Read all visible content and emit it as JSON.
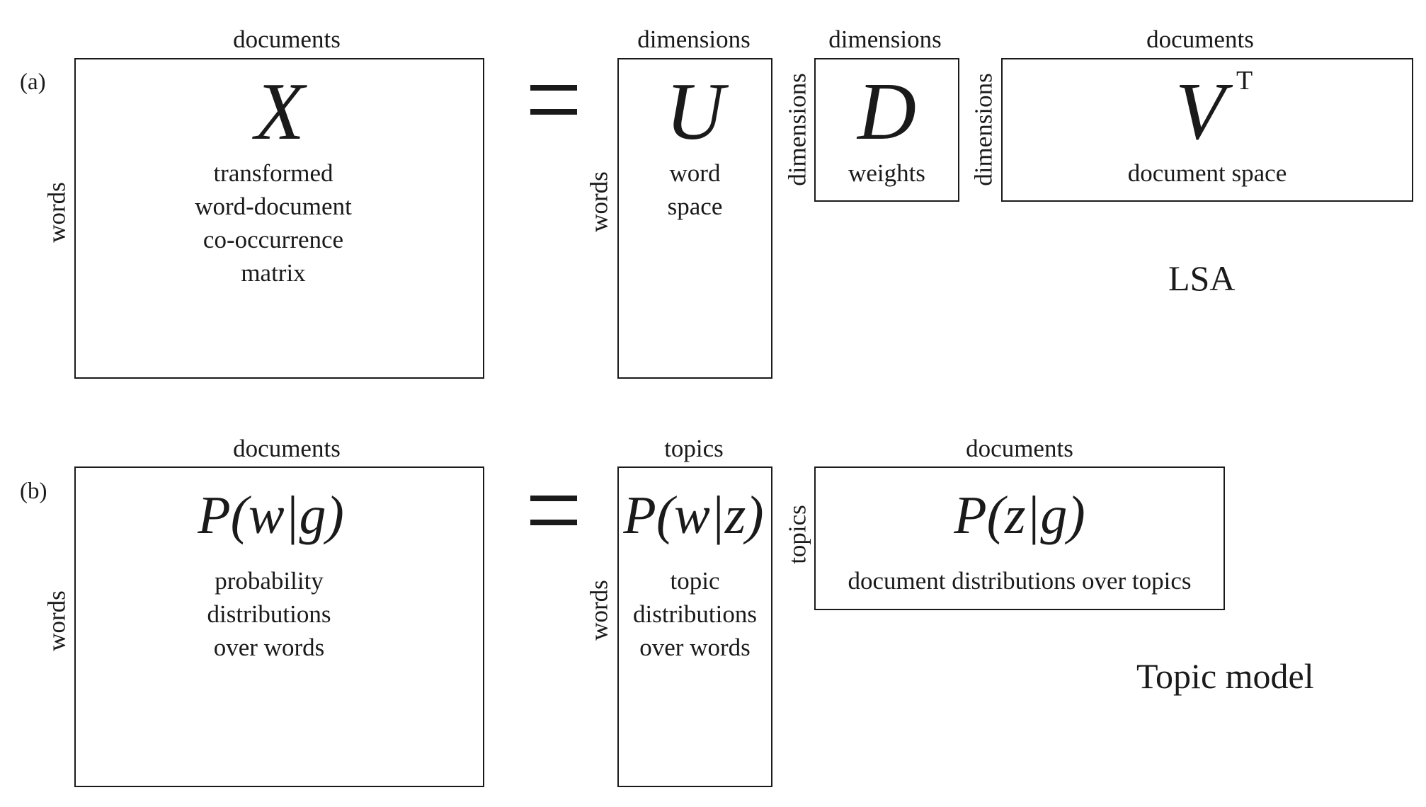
{
  "panel_a": {
    "label": "(a)",
    "x_matrix": {
      "top_label": "documents",
      "side_label": "words",
      "symbol": "X",
      "description": [
        "transformed",
        "word-document",
        "co-occurrence",
        "matrix"
      ]
    },
    "u_matrix": {
      "top_label": "dimensions",
      "side_label": "words",
      "symbol": "U",
      "description": [
        "word",
        "space"
      ]
    },
    "d_matrix": {
      "top_label": "dimensions",
      "side_label": "dimensions",
      "symbol": "D",
      "description": [
        "weights"
      ]
    },
    "v_matrix": {
      "top_label": "documents",
      "side_label": "dimensions",
      "symbol": "V",
      "superscript": "T",
      "description": [
        "document space"
      ]
    },
    "caption": "LSA"
  },
  "panel_b": {
    "label": "(b)",
    "pwg_matrix": {
      "top_label": "documents",
      "side_label": "words",
      "symbol": "P(w|g)",
      "description": [
        "probability",
        "distributions",
        "over words"
      ]
    },
    "pwz_matrix": {
      "top_label": "topics",
      "side_label": "words",
      "symbol": "P(w|z)",
      "description": [
        "topic",
        "distributions",
        "over words"
      ]
    },
    "pzg_matrix": {
      "top_label": "documents",
      "side_label": "topics",
      "symbol": "P(z|g)",
      "description": [
        "document distributions over topics"
      ]
    },
    "caption": "Topic model"
  }
}
